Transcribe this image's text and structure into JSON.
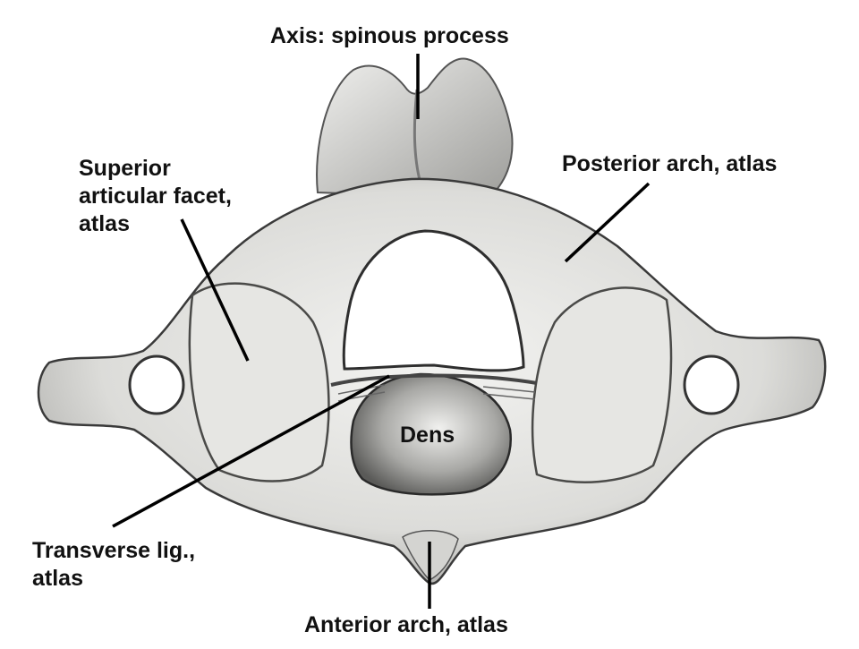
{
  "labels": {
    "axis_spinous": "Axis:  spinous process",
    "superior_facet": [
      "Superior",
      "articular facet,",
      "atlas"
    ],
    "posterior_arch": "Posterior arch, atlas",
    "dens": "Dens",
    "transverse_lig": [
      "Transverse lig.,",
      "atlas"
    ],
    "anterior_arch": "Anterior arch, atlas"
  },
  "colors": {
    "bone_light": "#eeeeec",
    "bone_mid": "#c9c9c6",
    "bone_shadow": "#6f6f6c",
    "ink": "#111111",
    "background": "#ffffff"
  }
}
